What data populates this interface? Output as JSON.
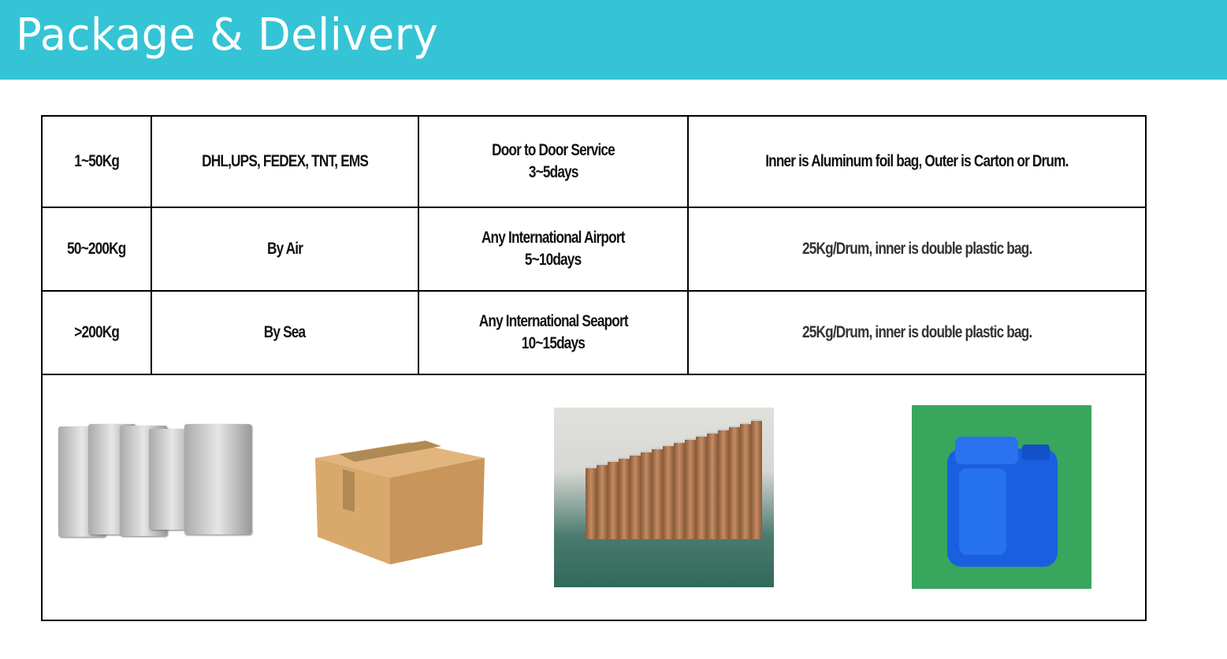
{
  "header": {
    "title": "Package & Delivery",
    "bg_color": "#35c4d5"
  },
  "table": {
    "rows": [
      {
        "weight": "1~50Kg",
        "carrier": "DHL,UPS, FEDEX, TNT, EMS",
        "service_line1": "Door to Door Service",
        "service_line2": "3~5days",
        "packaging": "Inner is Aluminum foil bag, Outer is Carton or Drum."
      },
      {
        "weight": "50~200Kg",
        "carrier": "By Air",
        "service_line1": "Any International Airport",
        "service_line2": "5~10days",
        "packaging": "25Kg/Drum, inner is double plastic bag."
      },
      {
        "weight": ">200Kg",
        "carrier": "By Sea",
        "service_line1": "Any International Seaport",
        "service_line2": "10~15days",
        "packaging": "25Kg/Drum, inner is double plastic bag."
      }
    ]
  }
}
